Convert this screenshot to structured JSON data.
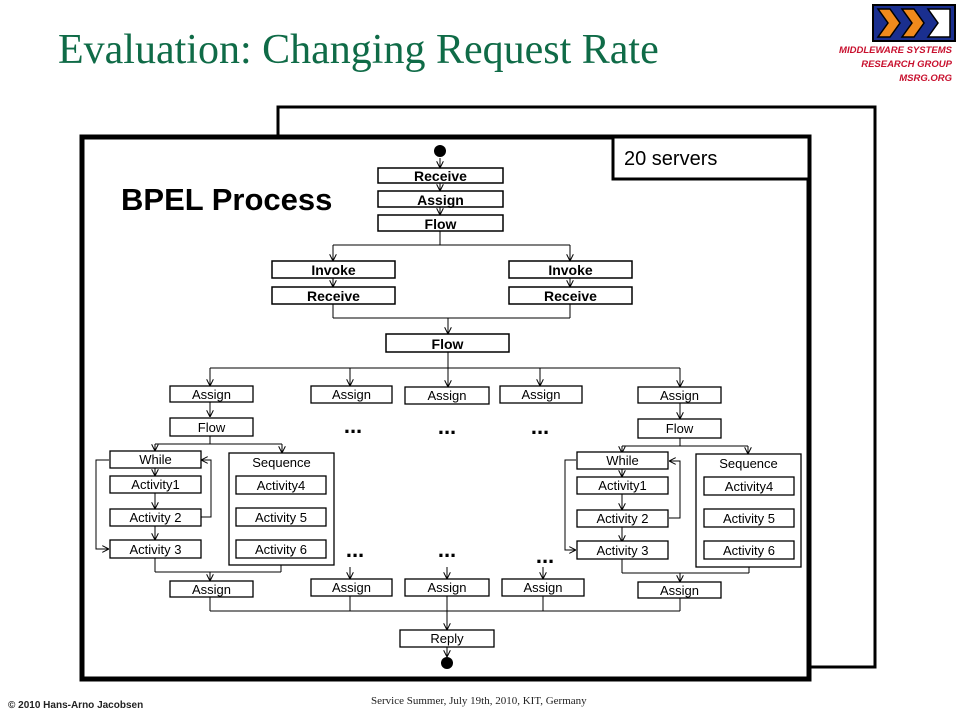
{
  "slide": {
    "title": "Evaluation: Changing Request Rate",
    "group_lines": [
      "MIDDLEWARE SYSTEMS",
      "RESEARCH GROUP",
      "MSRG.ORG"
    ],
    "copyright": "© 2010 Hans-Arno Jacobsen",
    "footer": "Service Summer, July 19th, 2010, KIT, Germany",
    "logo_icon": "msrg-logo-icon"
  },
  "diagram": {
    "heading": "BPEL Process",
    "server_label": "20 servers",
    "top": {
      "receive": "Receive",
      "assign": "Assign",
      "flow": "Flow"
    },
    "left_branch": {
      "invoke": "Invoke",
      "receive": "Receive"
    },
    "right_branch": {
      "invoke": "Invoke",
      "receive": "Receive"
    },
    "middle_flow": "Flow",
    "upper_assigns": [
      "Assign",
      "Assign",
      "Assign",
      "Assign",
      "Assign"
    ],
    "left_flow": "Flow",
    "right_flow": "Flow",
    "left_while": {
      "while": "While",
      "activities": [
        "Activity1",
        "Activity 2",
        "Activity 3"
      ]
    },
    "left_sequence": {
      "sequence": "Sequence",
      "activities": [
        "Activity4",
        "Activity 5",
        "Activity 6"
      ]
    },
    "right_while": {
      "while": "While",
      "activities": [
        "Activity1",
        "Activity 2",
        "Activity 3"
      ]
    },
    "right_sequence": {
      "sequence": "Sequence",
      "activities": [
        "Activity4",
        "Activity 5",
        "Activity 6"
      ]
    },
    "lower_assigns": [
      "Assign",
      "Assign",
      "Assign",
      "Assign",
      "Assign"
    ],
    "ellipsis": "...",
    "reply": "Reply"
  }
}
